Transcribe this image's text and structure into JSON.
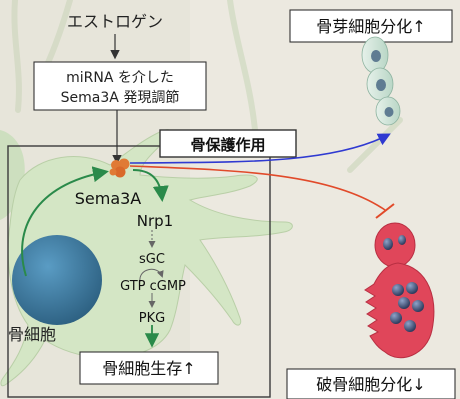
{
  "labels": {
    "estrogen": "エストロゲン",
    "mirna_line1": "miRNA を介した",
    "mirna_line2": "Sema3A 発現調節",
    "bone_protection": "骨保護作用",
    "sema3a": "Sema3A",
    "nrp1": "Nrp1",
    "sgc": "sGC",
    "gtp_cgmp": "GTP cGMP",
    "pkg": "PKG",
    "osteocyte": "骨細胞",
    "osteocyte_survival": "骨細胞生存↑",
    "osteoblast_diff": "骨芽細胞分化↑",
    "osteoclast_diff": "破骨細胞分化↓"
  },
  "colors": {
    "background_tissue": "#ece9e0",
    "osteocyte_body": "#d4e6c5",
    "nucleus": "#3d7fa6",
    "sema3a_ligand": "#e07a35",
    "green_arrow": "#2a8a4a",
    "blue_arrow": "#2f3ad1",
    "red_inhibit": "#e14a2a",
    "osteoblast_cell": "#cfe3d8",
    "osteoblast_nucleus": "#5f7c92",
    "osteoclast_body": "#e0465a",
    "osteoclast_nucleus": "#3c4d74"
  }
}
